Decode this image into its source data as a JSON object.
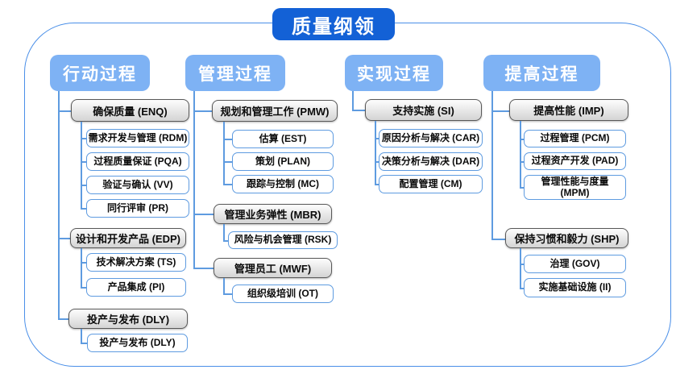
{
  "title": "质量纲领",
  "colors": {
    "title_bg": "#1361d6",
    "header_bg": "#7eb2f4",
    "line": "#5e9be0",
    "white_box_border": "#5e9be0",
    "gray_box_border": "#595959",
    "container_border": "#4a8fe8"
  },
  "columns": [
    {
      "header": "行动过程",
      "groups": [
        {
          "label": "确保质量 (ENQ)",
          "children": [
            "需求开发与管理 (RDM)",
            "过程质量保证 (PQA)",
            "验证与确认 (VV)",
            "同行评审 (PR)"
          ]
        },
        {
          "label": "设计和开发产品 (EDP)",
          "children": [
            "技术解决方案 (TS)",
            "产品集成 (PI)"
          ]
        },
        {
          "label": "投产与发布 (DLY)",
          "children": [
            "投产与发布 (DLY)"
          ]
        }
      ]
    },
    {
      "header": "管理过程",
      "groups": [
        {
          "label": "规划和管理工作 (PMW)",
          "children": [
            "估算 (EST)",
            "策划 (PLAN)",
            "跟踪与控制 (MC)"
          ]
        },
        {
          "label": "管理业务弹性 (MBR)",
          "children": [
            "风险与机会管理 (RSK)"
          ]
        },
        {
          "label": "管理员工 (MWF)",
          "children": [
            "组织级培训 (OT)"
          ]
        }
      ]
    },
    {
      "header": "实现过程",
      "groups": [
        {
          "label": "支持实施 (SI)",
          "children": [
            "原因分析与解决 (CAR)",
            "决策分析与解决 (DAR)",
            "配置管理 (CM)"
          ]
        }
      ]
    },
    {
      "header": "提高过程",
      "groups": [
        {
          "label": "提高性能 (IMP)",
          "children": [
            "过程管理 (PCM)",
            "过程资产开发 (PAD)",
            "管理性能与度量 (MPM)"
          ]
        },
        {
          "label": "保持习惯和毅力 (SHP)",
          "children": [
            "治理 (GOV)",
            "实施基础设施 (II)"
          ]
        }
      ]
    }
  ]
}
